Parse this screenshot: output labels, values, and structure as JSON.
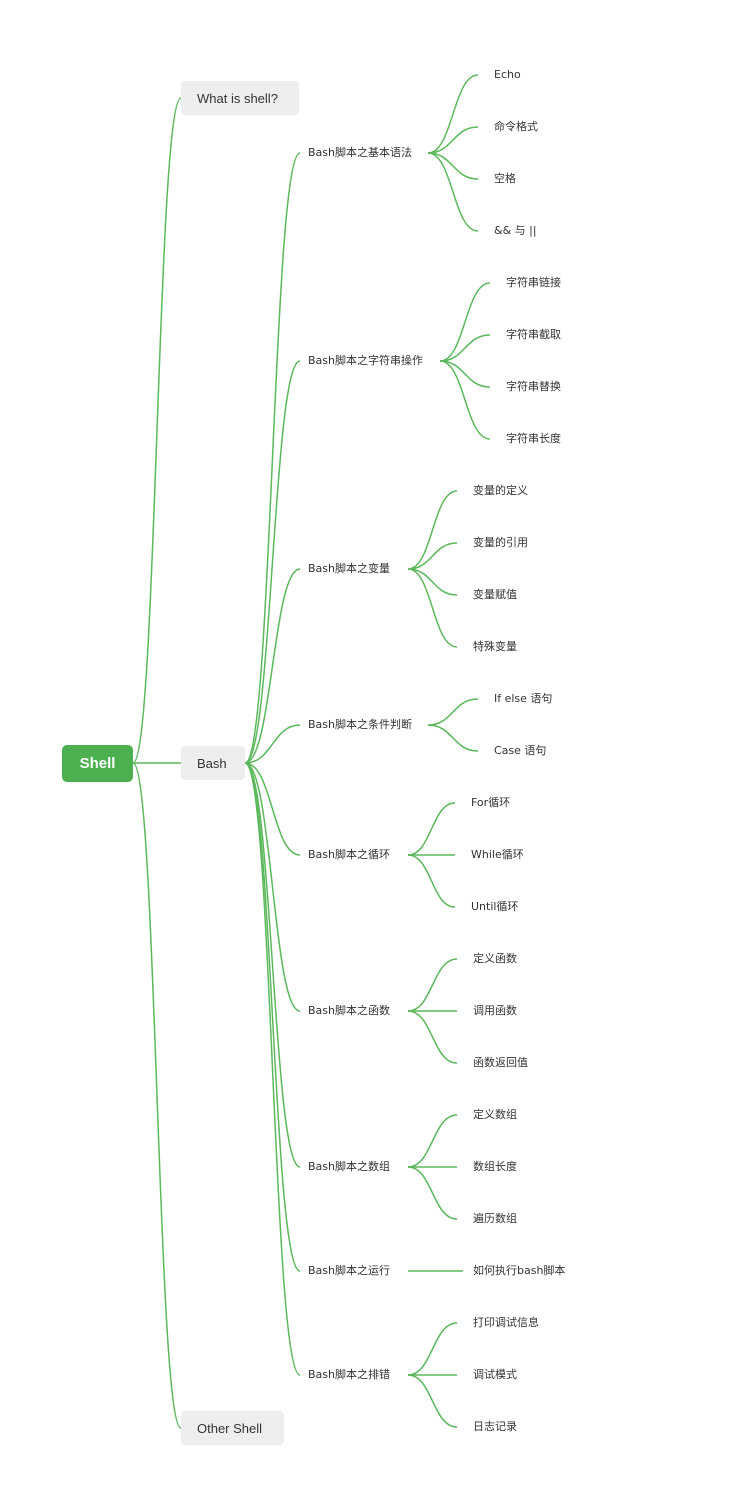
{
  "colors": {
    "accent": "#4caf50",
    "branch": "#5cb85c",
    "node_bg": "#eeeeee"
  },
  "root": "Shell",
  "level1": {
    "what_is_shell": "What is shell?",
    "bash": "Bash",
    "other_shell": "Other Shell"
  },
  "bash_topics": [
    {
      "label": "Bash脚本之基本语法",
      "children": [
        "Echo",
        "命令格式",
        "空格",
        "&& 与 ||"
      ]
    },
    {
      "label": "Bash脚本之字符串操作",
      "children": [
        "字符串链接",
        "字符串截取",
        "字符串替换",
        "字符串长度"
      ]
    },
    {
      "label": "Bash脚本之变量",
      "children": [
        "变量的定义",
        "变量的引用",
        "变量赋值",
        "特殊变量"
      ]
    },
    {
      "label": "Bash脚本之条件判断",
      "children": [
        "If else 语句",
        "Case 语句"
      ]
    },
    {
      "label": "Bash脚本之循环",
      "children": [
        "For循环",
        "While循环",
        "Until循环"
      ]
    },
    {
      "label": "Bash脚本之函数",
      "children": [
        "定义函数",
        "调用函数",
        "函数返回值"
      ]
    },
    {
      "label": "Bash脚本之数组",
      "children": [
        "定义数组",
        "数组长度",
        "遍历数组"
      ]
    },
    {
      "label": "Bash脚本之运行",
      "children": [
        "如何执行bash脚本"
      ]
    },
    {
      "label": "Bash脚本之排错",
      "children": [
        "打印调试信息",
        "调试模式",
        "日志记录"
      ]
    }
  ]
}
